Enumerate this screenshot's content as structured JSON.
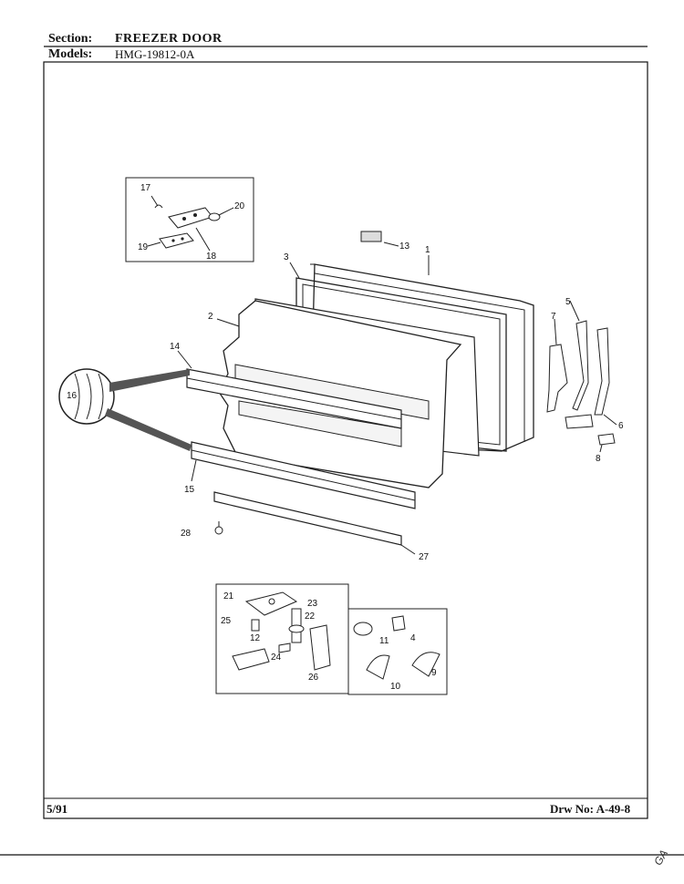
{
  "header": {
    "section_label": "Section:",
    "section_value": "FREEZER DOOR",
    "models_label": "Models:",
    "models_value": "HMG-19812-0A"
  },
  "footer": {
    "date": "5/91",
    "drawing_label": "Drw No:",
    "drawing_number": "A-49-8"
  },
  "margin_note": "GA",
  "callouts": {
    "c1": "1",
    "c2": "2",
    "c3": "3",
    "c4": "4",
    "c5": "5",
    "c6": "6",
    "c7": "7",
    "c8": "8",
    "c9": "9",
    "c10": "10",
    "c11": "11",
    "c12": "12",
    "c13": "13",
    "c14": "14",
    "c15": "15",
    "c16": "16",
    "c17": "17",
    "c18": "18",
    "c19": "19",
    "c20": "20",
    "c21": "21",
    "c22": "22",
    "c23": "23",
    "c24": "24",
    "c25": "25",
    "c26": "26",
    "c27": "27",
    "c28": "28"
  }
}
